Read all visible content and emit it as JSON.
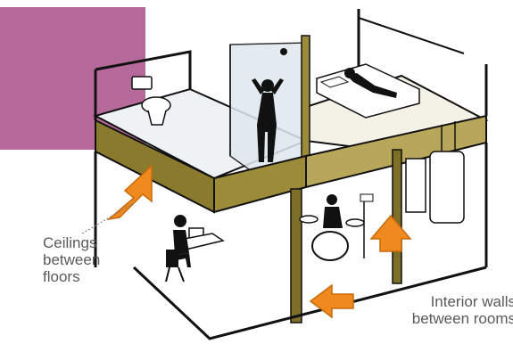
{
  "labels": {
    "ceilings": [
      "Ceilings",
      "between",
      "floors"
    ],
    "walls": [
      "Interior walls",
      "between rooms"
    ]
  },
  "colors": {
    "accent_square": "#b05c93",
    "arrow": "#f08a1e",
    "arrow_stroke": "#c86a0c",
    "wood_beam": "#8a7a2e",
    "wood_light": "#e2d8b5",
    "floor_tint": "#dfe6ea",
    "wall_line": "#111111",
    "text": "#5a5a5a"
  },
  "icons": {
    "toilet": "toilet-icon",
    "shower_person": "person-showering-icon",
    "bed_person": "person-in-bed-icon",
    "desk_person": "person-at-computer-icon",
    "drummer": "drummer-icon",
    "water_heater": "water-heater-icon"
  }
}
